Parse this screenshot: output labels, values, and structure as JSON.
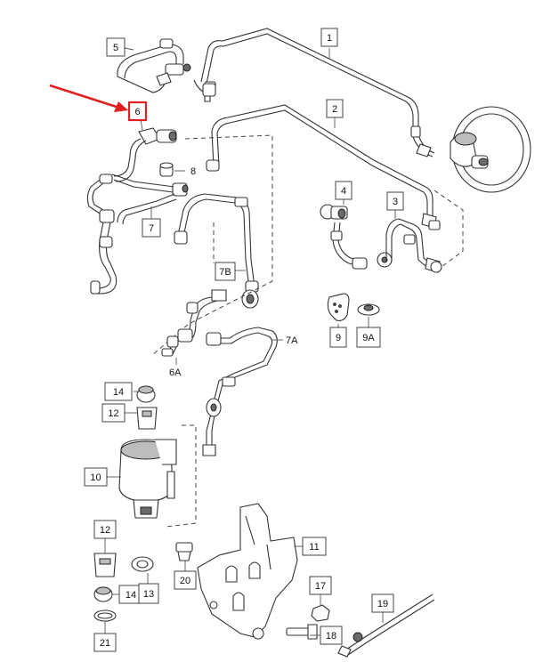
{
  "callouts": {
    "c1": "1",
    "c2": "2",
    "c3": "3",
    "c4": "4",
    "c5": "5",
    "c6": "6",
    "c7": "7",
    "c7A": "7A",
    "c7B": "7B",
    "c8": "8",
    "c9": "9",
    "c9A": "9A",
    "c6A": "6A",
    "c10": "10",
    "c11": "11",
    "c12a": "12",
    "c12b": "12",
    "c13": "13",
    "c14a": "14",
    "c14b": "14",
    "c17": "17",
    "c18": "18",
    "c19": "19",
    "c20": "20",
    "c21": "21"
  },
  "highlight": {
    "part": "6",
    "color": "#e02020"
  }
}
